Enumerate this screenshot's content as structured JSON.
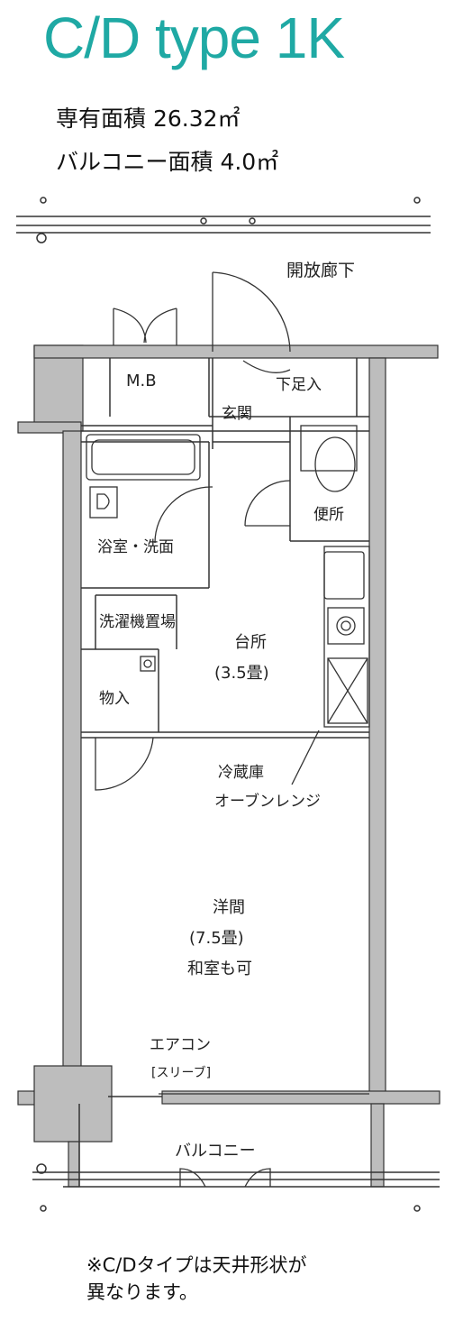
{
  "header": {
    "title": "C/D type 1K",
    "area_private": "専有面積 26.32㎡",
    "area_balcony": "バルコニー面積 4.0㎡"
  },
  "rooms": {
    "corridor": "開放廊下",
    "mb": "M.B",
    "shoe": "下足入",
    "entrance": "玄関",
    "bath": "浴室・洗面",
    "toilet": "便所",
    "laundry": "洗濯機置場",
    "kitchen_name": "台所",
    "kitchen_size": "(3.5畳)",
    "storage": "物入",
    "fridge_line1": "冷蔵庫",
    "fridge_line2": "オーブンレンジ",
    "western_name": "洋間",
    "western_size": "(7.5畳)",
    "western_note": "和室も可",
    "aircon": "エアコン",
    "aircon_box": "[スリーブ]",
    "balcony": "バルコニー"
  },
  "footer": {
    "note_line1": "※C/Dタイプは天井形状が",
    "note_line2": "異なります。"
  },
  "colors": {
    "title": "#1fa9a4",
    "wall": "#bdbdbd",
    "line": "#333333"
  }
}
